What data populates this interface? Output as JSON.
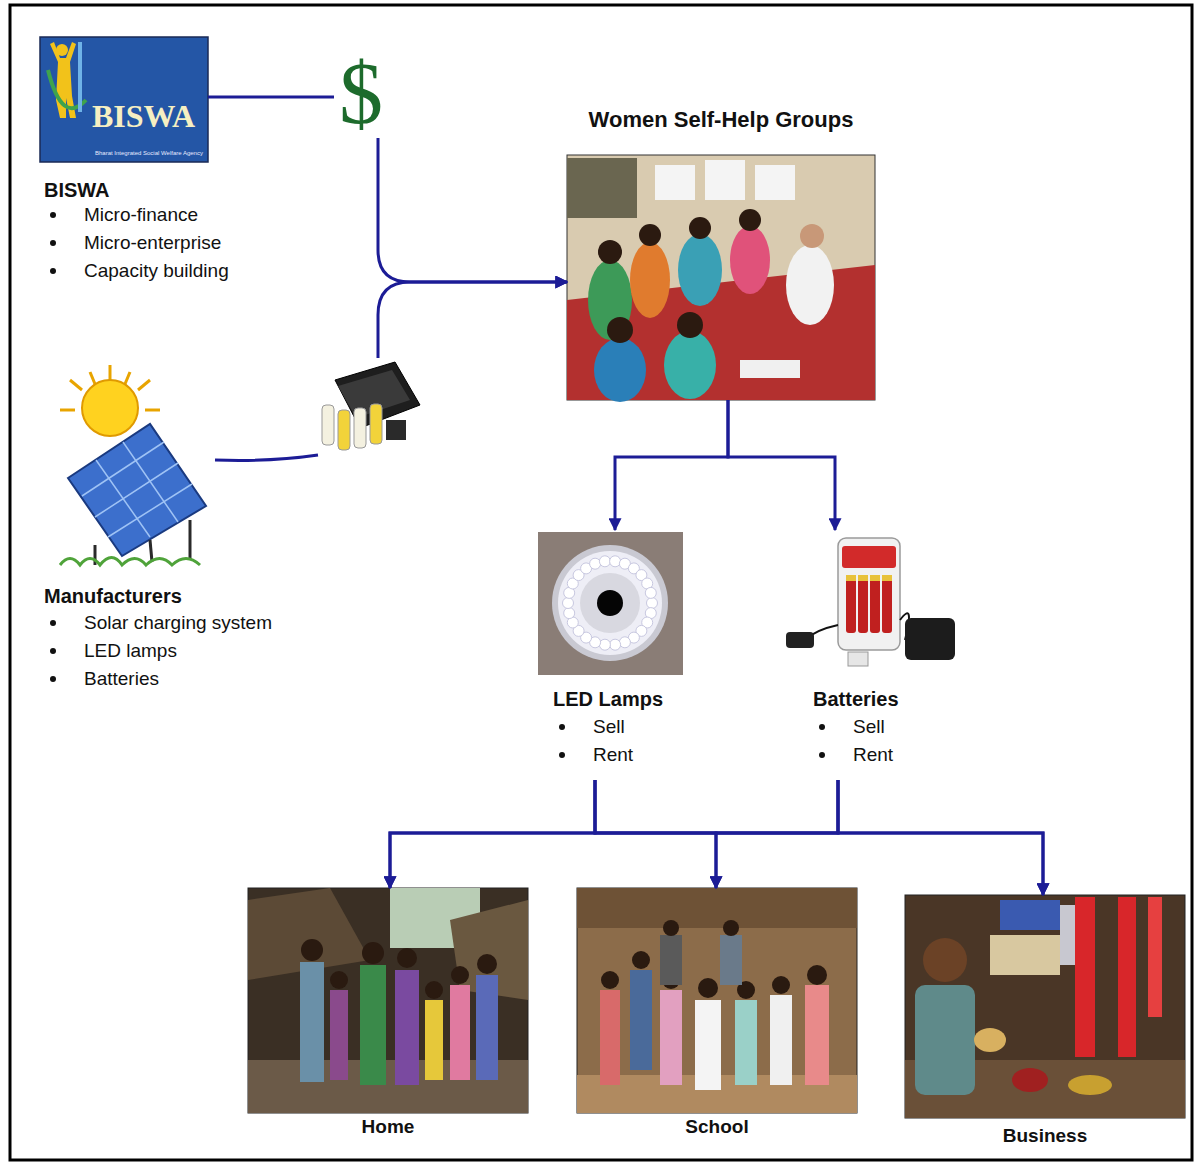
{
  "diagram": {
    "nodes": [
      {
        "text": [
          "BISWA",
          "Bharat Integrated Social Welfare Agency",
          "BISWA",
          "Micro-finance",
          "Micro-enterprise",
          "Capacity building"
        ]
      },
      {
        "text": [
          "Manufacturers",
          "Solar charging system",
          "LED lamps",
          "Batteries"
        ]
      },
      {
        "text": [
          "Women Self-Help Groups"
        ]
      },
      {
        "text": [
          "LED Lamps",
          "Sell",
          "Rent"
        ]
      },
      {
        "text": [
          "Batteries",
          "Sell",
          "Rent"
        ]
      },
      {
        "text": [
          "Home"
        ]
      },
      {
        "text": [
          "School"
        ]
      },
      {
        "text": [
          "Business"
        ]
      }
    ],
    "edges": [
      {
        "from": 0,
        "to": 2,
        "label": "$",
        "arrow": "to"
      },
      {
        "from": 1,
        "to": 2,
        "arrow": "to"
      },
      {
        "from": 2,
        "to": 3,
        "arrow": "to"
      },
      {
        "from": 2,
        "to": 4,
        "arrow": "to"
      },
      {
        "from": 3,
        "to": 5,
        "arrow": "to"
      },
      {
        "from": 3,
        "to": 6,
        "arrow": "to"
      },
      {
        "from": 3,
        "to": 7,
        "arrow": "to"
      },
      {
        "from": 4,
        "to": 5,
        "arrow": "to"
      },
      {
        "from": 4,
        "to": 6,
        "arrow": "to"
      },
      {
        "from": 4,
        "to": 7,
        "arrow": "to"
      }
    ]
  }
}
